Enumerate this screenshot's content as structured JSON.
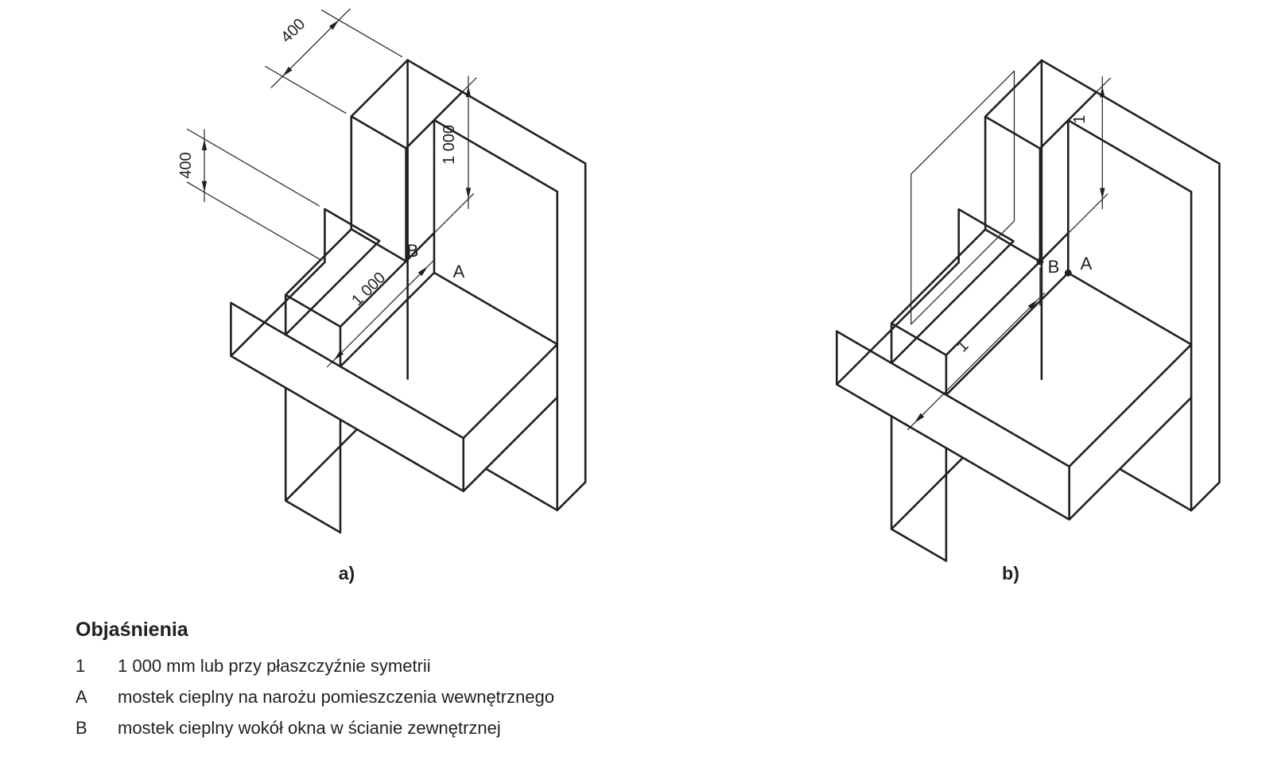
{
  "figure": {
    "caption_a": "a)",
    "caption_b": "b)",
    "point_labels": {
      "a": "A",
      "b": "B"
    },
    "dimensions": {
      "a": {
        "top_wall_thickness": "400",
        "floor_thickness": "400",
        "vertical_height": "1 000",
        "horizontal_depth": "1 000"
      },
      "b": {
        "vertical_height": "1",
        "horizontal_depth": "1"
      }
    }
  },
  "legend": {
    "title": "Objaśnienia",
    "items": [
      {
        "term": "1",
        "description": "1 000 mm lub przy płaszczyźnie symetrii"
      },
      {
        "term": "A",
        "description": "mostek cieplny na narożu pomieszczenia wewnętrznego"
      },
      {
        "term": "B",
        "description": "mostek cieplny wokół okna w ścianie zewnętrznej"
      }
    ]
  },
  "colors": {
    "line": "#231f20",
    "background": "#ffffff"
  }
}
